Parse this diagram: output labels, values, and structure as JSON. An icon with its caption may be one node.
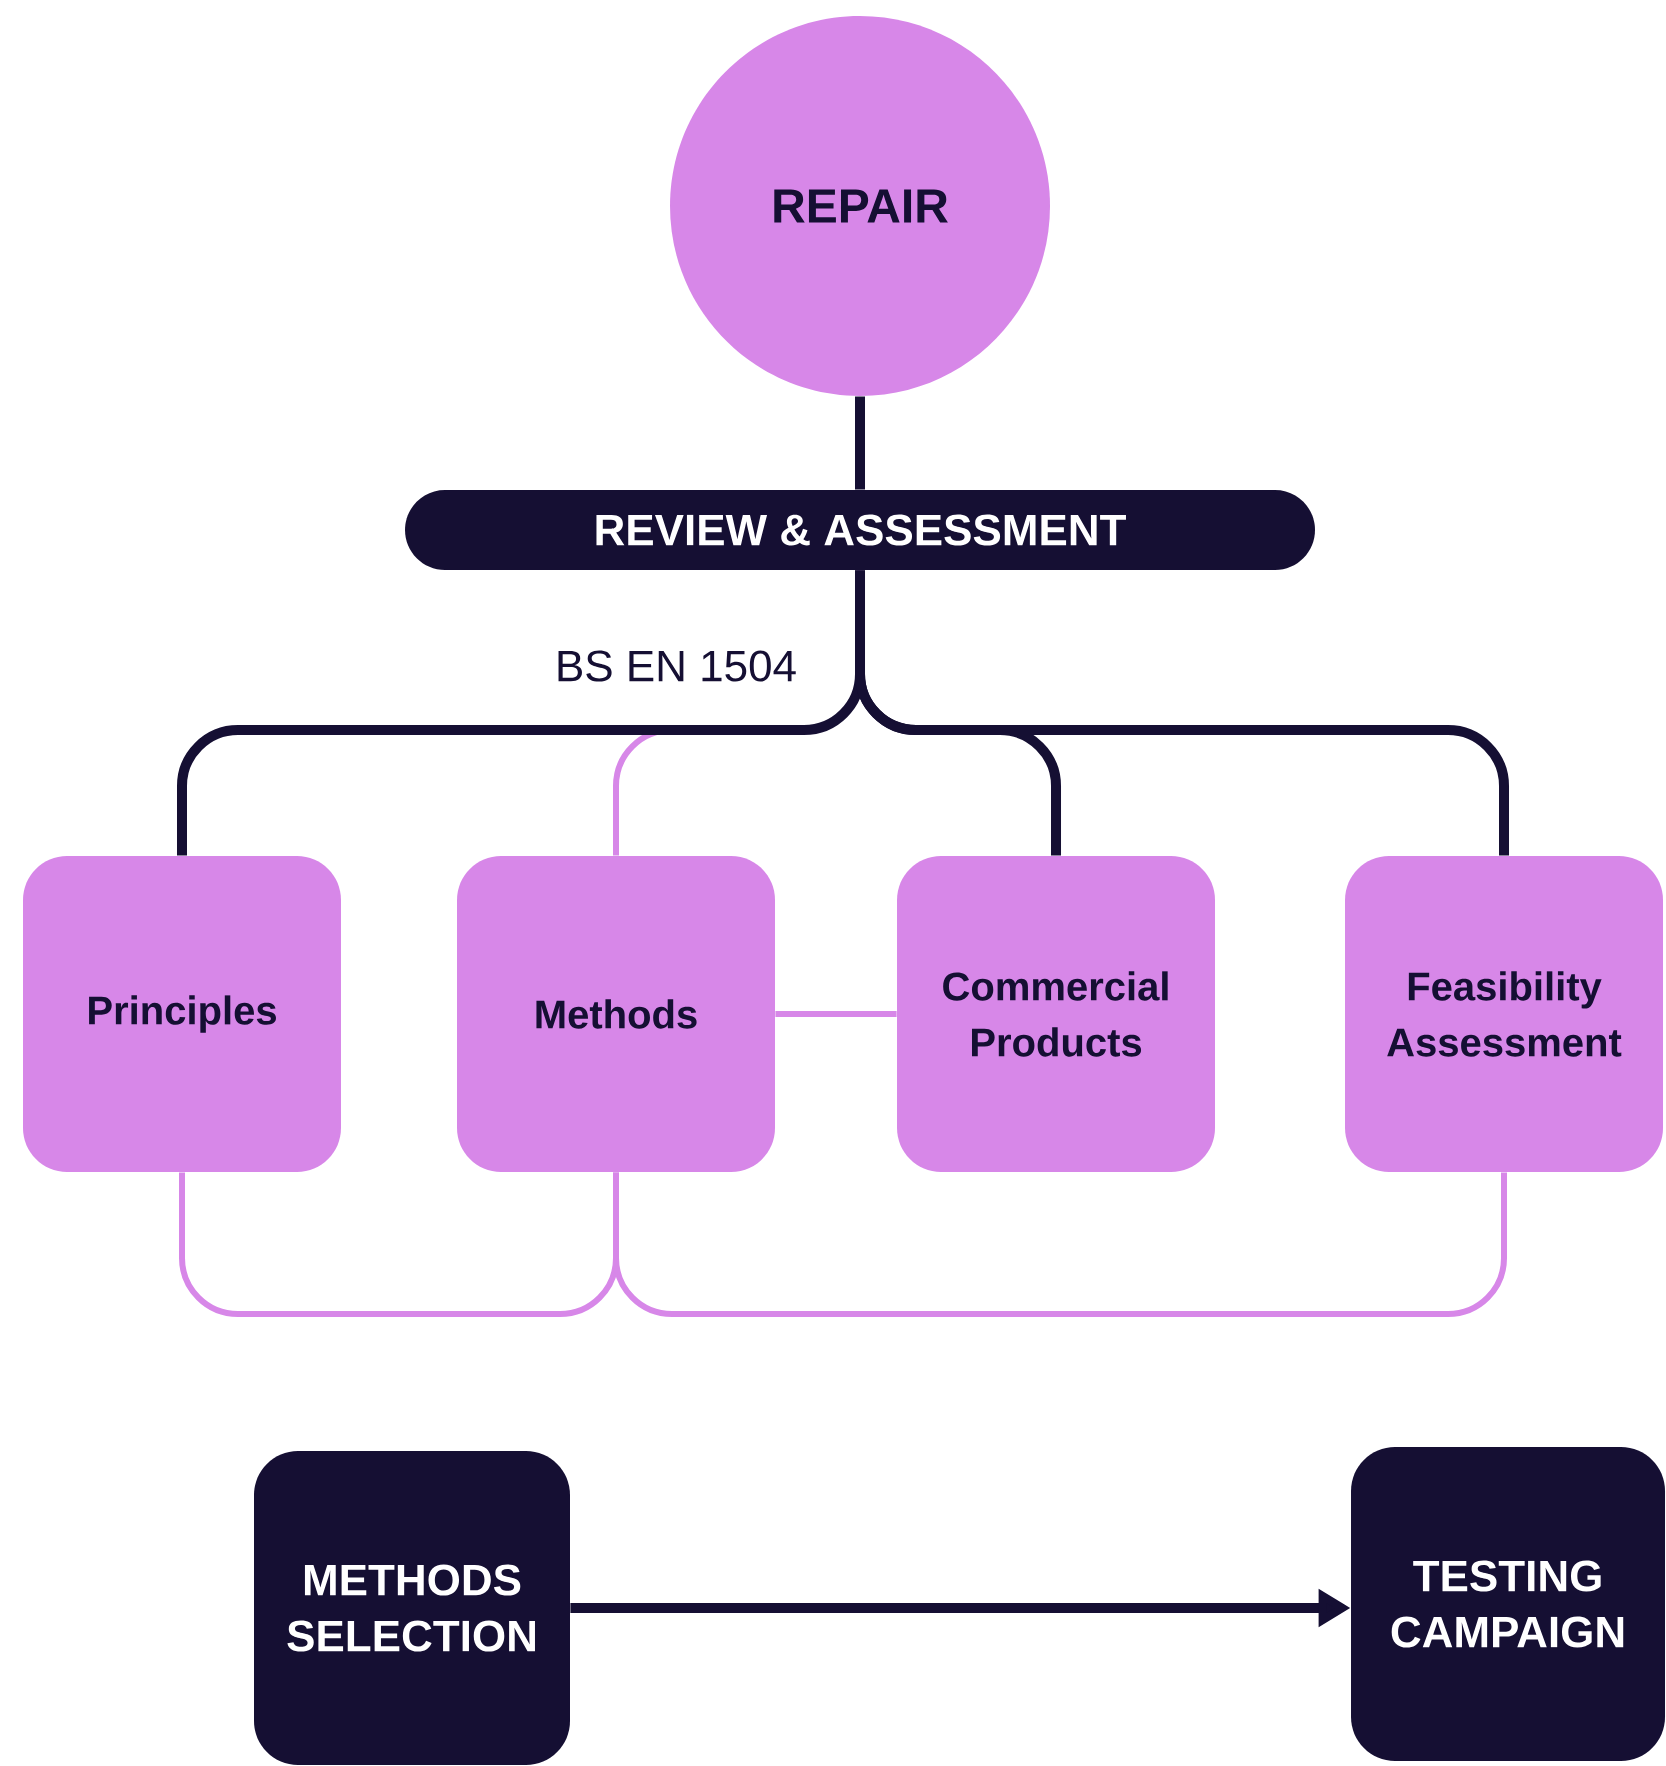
{
  "diagram": {
    "nodes": [
      {
        "text": [
          "REPAIR"
        ]
      },
      {
        "text": [
          "REVIEW & ASSESSMENT"
        ]
      },
      {
        "text": [
          "Principles"
        ]
      },
      {
        "text": [
          "Methods"
        ]
      },
      {
        "text": [
          "Commercial Products"
        ]
      },
      {
        "text": [
          "Feasibility Assessment"
        ]
      },
      {
        "text": [
          "METHODS SELECTION"
        ]
      },
      {
        "text": [
          "TESTING CAMPAIGN"
        ]
      }
    ],
    "edges": [
      {
        "from": 0,
        "to": 1,
        "arrow": "none"
      },
      {
        "from": 1,
        "to": 2,
        "arrow": "none"
      },
      {
        "from": 1,
        "to": 3,
        "arrow": "none",
        "color": "#d787e8"
      },
      {
        "from": 1,
        "to": 4,
        "arrow": "none"
      },
      {
        "from": 1,
        "to": 5,
        "arrow": "none"
      },
      {
        "from": 3,
        "to": 4,
        "arrow": "none",
        "color": "#d787e8"
      },
      {
        "from": 2,
        "to": 3,
        "arrow": "none",
        "color": "#d787e8"
      },
      {
        "from": 3,
        "to": 5,
        "arrow": "none",
        "color": "#d787e8"
      },
      {
        "from": 6,
        "to": 7,
        "arrow": "to"
      }
    ],
    "labels": [
      "BS EN 1504"
    ]
  }
}
